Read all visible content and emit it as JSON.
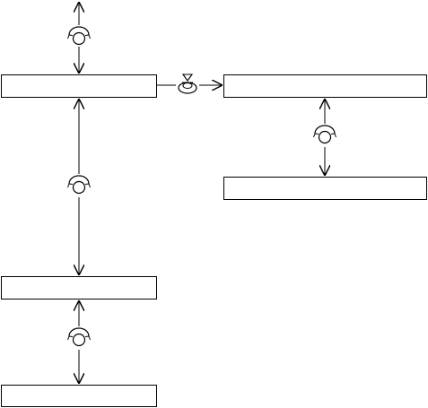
{
  "diagram": {
    "nodes": [
      {
        "id": "box-main",
        "label": ""
      },
      {
        "id": "box-right-top",
        "label": ""
      },
      {
        "id": "box-right-bottom",
        "label": ""
      },
      {
        "id": "box-lower",
        "label": ""
      },
      {
        "id": "box-bottom",
        "label": ""
      }
    ],
    "connectors": [
      {
        "from": "off-page-top",
        "to": "box-main",
        "direction": "both",
        "icon": "rotary-knob-icon"
      },
      {
        "from": "box-main",
        "to": "box-right-top",
        "direction": "forward",
        "icon": "push-button-icon"
      },
      {
        "from": "box-right-top",
        "to": "box-right-bottom",
        "direction": "both",
        "icon": "rotary-knob-icon"
      },
      {
        "from": "box-main",
        "to": "box-lower",
        "direction": "both",
        "icon": "rotary-knob-icon"
      },
      {
        "from": "box-lower",
        "to": "box-bottom",
        "direction": "both",
        "icon": "rotary-knob-icon"
      }
    ],
    "colors": {
      "stroke": "#000000",
      "background": "#ffffff"
    }
  }
}
